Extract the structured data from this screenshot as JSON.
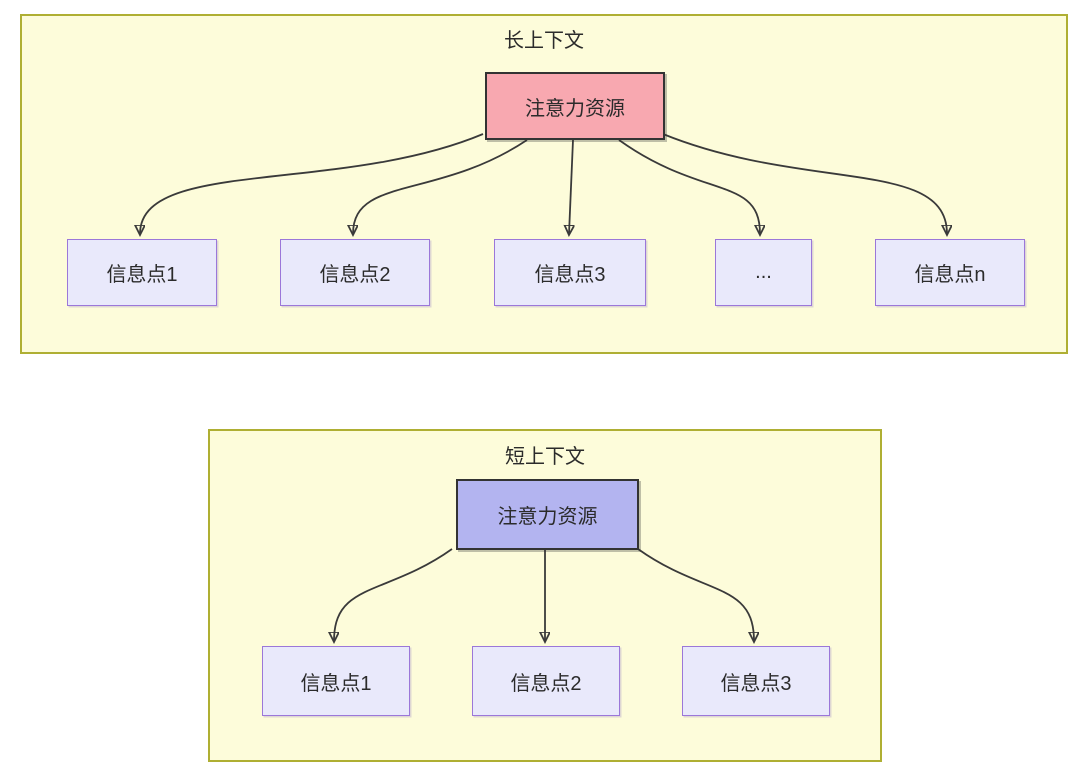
{
  "colors": {
    "page_background": "#ffffff",
    "panel_fill": "#fdfcda",
    "panel_border": "#afaf33",
    "attention_long_fill": "#f8a8b0",
    "attention_short_fill": "#b3b4f0",
    "info_fill": "#e9e9fb",
    "info_border": "#9b77d9",
    "node_dark_border": "#333333",
    "arrow": "#3a3a3a",
    "text": "#2b2b2b"
  },
  "panels": [
    {
      "title": "长上下文",
      "attention_label": "注意力资源",
      "attention_fill": "#f8a8b0",
      "info_points": [
        "信息点1",
        "信息点2",
        "信息点3",
        "...",
        "信息点n"
      ]
    },
    {
      "title": "短上下文",
      "attention_label": "注意力资源",
      "attention_fill": "#b3b4f0",
      "info_points": [
        "信息点1",
        "信息点2",
        "信息点3"
      ]
    }
  ]
}
